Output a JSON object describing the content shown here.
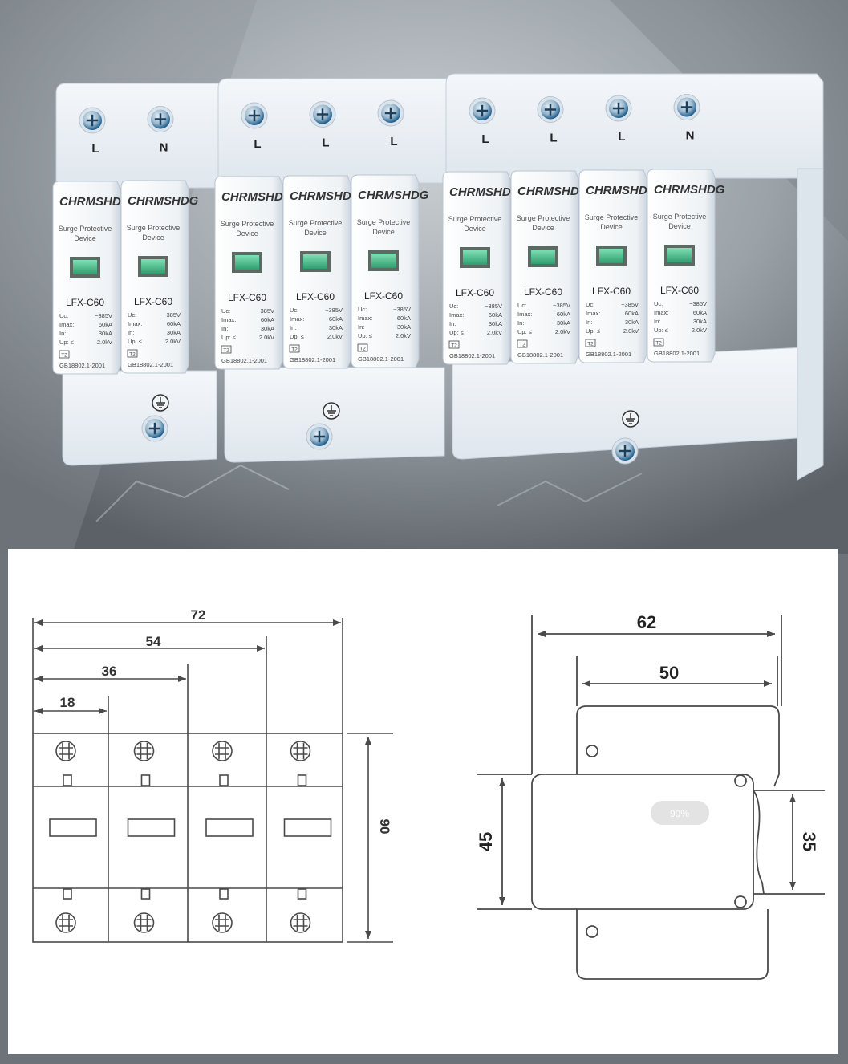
{
  "colors": {
    "photo_bg_light": "#b9bfc4",
    "photo_bg_dark": "#5b6166",
    "housing": "#eef2f6",
    "housing_shadow": "#c9d3dd",
    "screw_blue": "#1d5e8e",
    "indicator_green": "#3fbf86",
    "drawing_line": "#4a4a4a",
    "drawing_bg": "#ffffff"
  },
  "photo": {
    "groups": [
      {
        "terminals": [
          "L",
          "N"
        ]
      },
      {
        "terminals": [
          "L",
          "L",
          "L"
        ]
      },
      {
        "terminals": [
          "L",
          "L",
          "L",
          "N"
        ]
      }
    ],
    "module": {
      "brand": "CHRMSHDG",
      "subtitle_1": "Surge Protective",
      "subtitle_2": "Device",
      "model": "LFX-C60",
      "specs": [
        {
          "label": "Uc:",
          "value": "~385V"
        },
        {
          "label": "Imax:",
          "value": "60kA"
        },
        {
          "label": "In:",
          "value": "30kA"
        },
        {
          "label": "Up: ≤",
          "value": "2.0kV"
        }
      ],
      "class": "T2",
      "standard": "GB18802.1-2001"
    },
    "ground_icon": "ground-symbol-icon",
    "screw_icon": "cross-screw-icon"
  },
  "front_view": {
    "dimensions": [
      "72",
      "54",
      "36",
      "18"
    ],
    "height": "90"
  },
  "side_view": {
    "width_outer": "62",
    "width_inner": "50",
    "height_left": "45",
    "height_right": "35",
    "badge": "90%"
  }
}
